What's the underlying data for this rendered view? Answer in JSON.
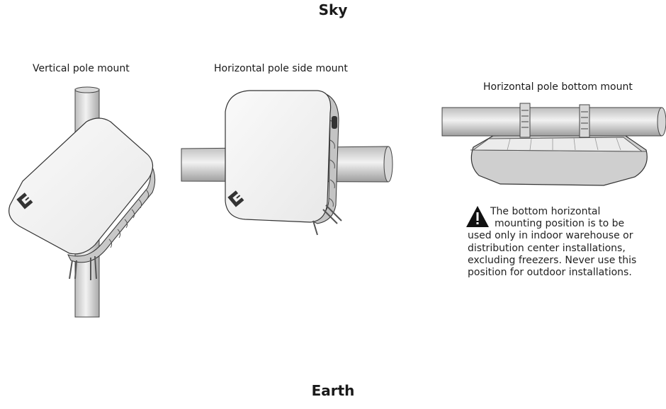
{
  "labels": {
    "sky": "Sky",
    "earth": "Earth",
    "vertical_mount": "Vertical pole mount",
    "horizontal_side_mount": "Horizontal pole side mount",
    "horizontal_bottom_mount": "Horizontal pole bottom mount"
  },
  "warning": {
    "icon": "warning-triangle-icon",
    "lines": [
      "The bottom horizontal",
      "mounting position is to be",
      "used only in indoor warehouse or",
      "distribution center installations,",
      "excluding freezers. Never use this",
      "position for outdoor installations."
    ]
  },
  "logo": {
    "icon": "device-logo-icon"
  }
}
